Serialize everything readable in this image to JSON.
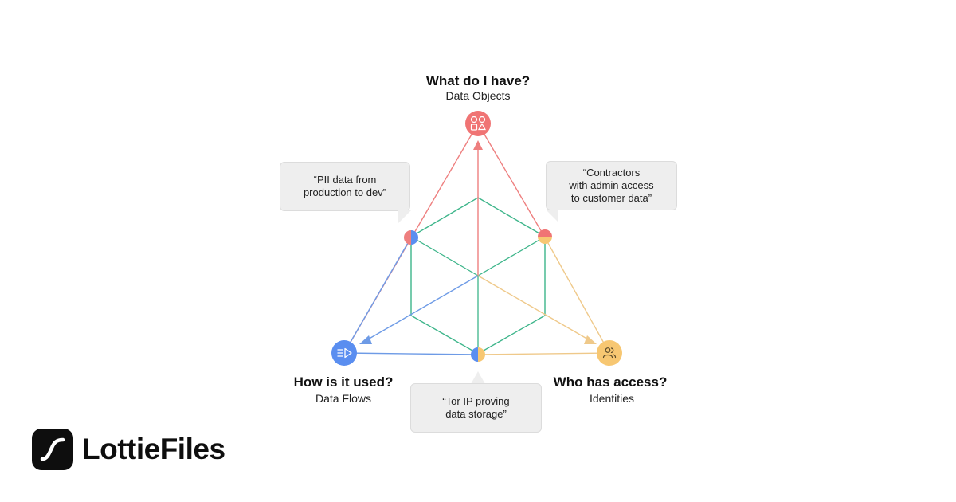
{
  "nodes": {
    "top": {
      "title": "What do I have?",
      "subtitle": "Data Objects",
      "color": "#f07474"
    },
    "left": {
      "title": "How is it used?",
      "subtitle": "Data Flows",
      "color": "#5a8ef0"
    },
    "right": {
      "title": "Who has access?",
      "subtitle": "Identities",
      "color": "#f7c772"
    }
  },
  "callouts": {
    "left": {
      "lines": [
        "“PII data from",
        "production to dev”"
      ]
    },
    "right": {
      "lines": [
        "“Contractors",
        "with admin access",
        "to customer data”"
      ]
    },
    "bottom": {
      "lines": [
        "“Tor IP proving",
        "data storage”"
      ]
    }
  },
  "colors": {
    "red": "#ee7f7f",
    "blue": "#6e9be6",
    "yellow": "#efc98a",
    "green": "#3db58a",
    "bubble": "#eeeeee"
  },
  "brand": {
    "name": "LottieFiles"
  }
}
